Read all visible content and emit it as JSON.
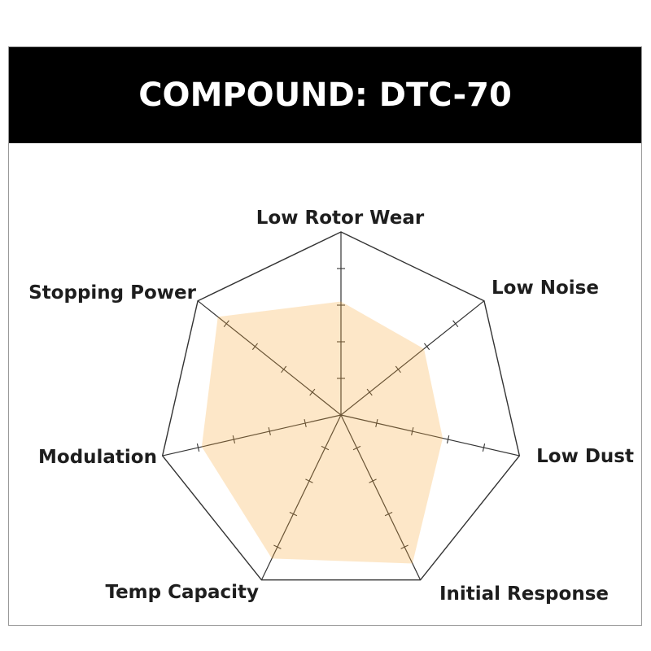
{
  "header": {
    "title": "COMPOUND: DTC-70"
  },
  "colors": {
    "header_bg": "#000000",
    "header_text": "#ffffff",
    "fill": "#F7A83A",
    "fill_opacity": 0.28,
    "grid": "#333333",
    "label": "#1e1e1e",
    "border": "#9a9a9a"
  },
  "chart_data": {
    "type": "radar",
    "title": "COMPOUND: DTC-70",
    "axes": [
      "Low Rotor Wear",
      "Low Noise",
      "Low Dust",
      "Initial Response",
      "Temp Capacity",
      "Modulation",
      "Stopping Power"
    ],
    "series": [
      {
        "name": "DTC-70",
        "values": [
          6.2,
          5.8,
          5.7,
          9.0,
          8.7,
          7.8,
          8.6
        ]
      }
    ],
    "range": [
      0,
      10
    ],
    "tick_count": 4,
    "tick_interval": 2,
    "grid": "outer heptagon only",
    "legend": "none"
  }
}
